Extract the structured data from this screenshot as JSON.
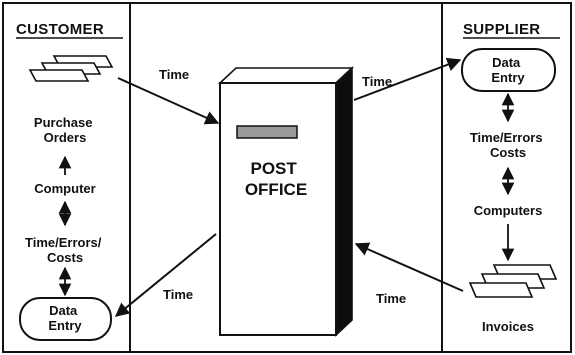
{
  "colors": {
    "background": "#ffffff",
    "ink": "#111111",
    "box_shadow": "#0d0d0d",
    "slot": "#9a9a9a"
  },
  "customer": {
    "header": "CUSTOMER",
    "purchase_orders": [
      "Purchase",
      "Orders"
    ],
    "computer": "Computer",
    "time_errors_costs": [
      "Time/Errors/",
      "Costs"
    ],
    "data_entry": [
      "Data",
      "Entry"
    ]
  },
  "post_office": {
    "label": [
      "POST",
      "OFFICE"
    ]
  },
  "supplier": {
    "header": "SUPPLIER",
    "data_entry": [
      "Data",
      "Entry"
    ],
    "time_errors_costs": [
      "Time/Errors",
      "Costs"
    ],
    "computers": "Computers",
    "invoices": "Invoices"
  },
  "flows": {
    "customer_to_post": "Time",
    "post_to_supplier": "Time",
    "post_to_customer": "Time",
    "supplier_to_post": "Time"
  },
  "icons": [
    "document-stack-icon",
    "post-office-box-icon",
    "arrow-icon"
  ]
}
